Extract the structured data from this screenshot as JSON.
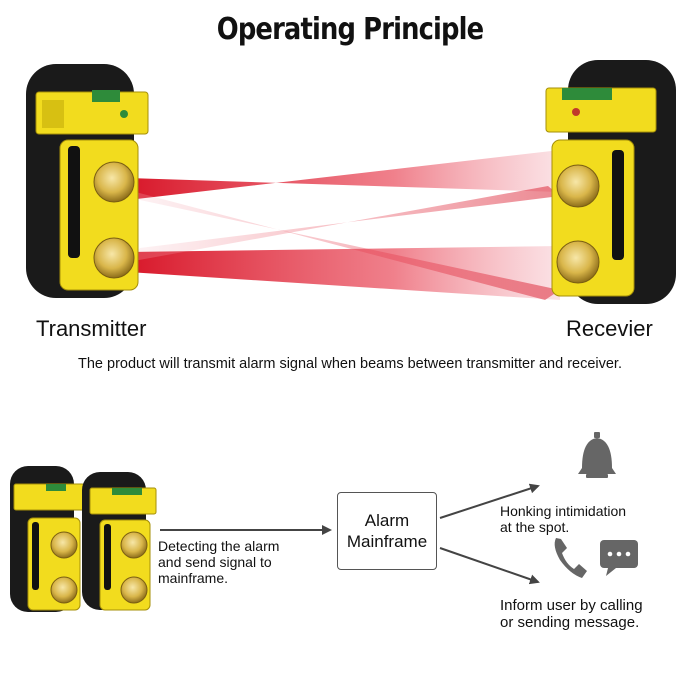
{
  "title": "Operating Principle",
  "labels": {
    "transmitter": "Transmitter",
    "receiver": "Recevier"
  },
  "caption": "The product will transmit alarm signal when beams between transmitter and receiver.",
  "flow": {
    "detect_line1": "Detecting the alarm",
    "detect_line2": "and send signal to",
    "detect_line3": "mainframe.",
    "mainframe_line1": "Alarm",
    "mainframe_line2": "Mainframe",
    "honk_line1": "Honking intimidation",
    "honk_line2": "at the spot.",
    "inform_line1": "Inform user by calling",
    "inform_line2": "or sending message."
  },
  "icons": [
    "bell-icon",
    "phone-icon",
    "chat-icon",
    "arrow-icon"
  ],
  "colors": {
    "device_yellow": "#f2dc1e",
    "device_black": "#1a1a1a",
    "beam_red": "#d8182a",
    "connector_green": "#2e8b3a"
  }
}
